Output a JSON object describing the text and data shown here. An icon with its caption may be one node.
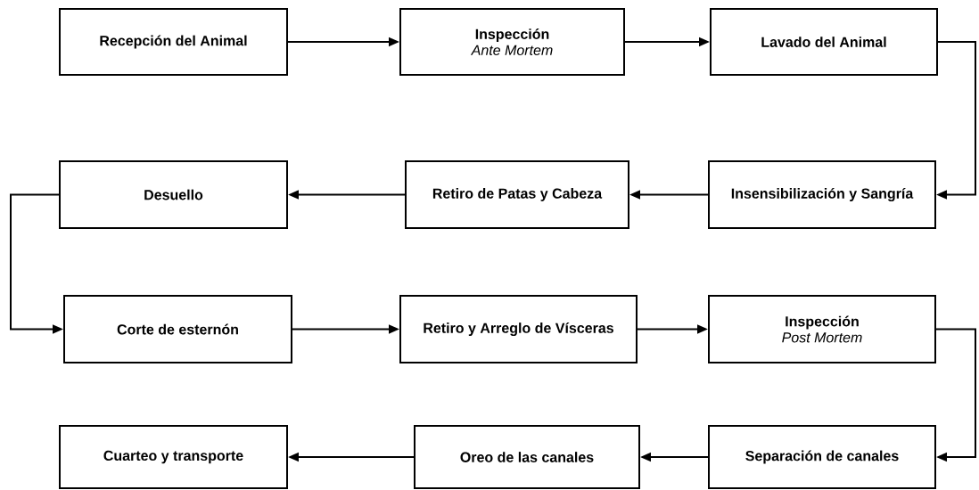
{
  "diagram": {
    "nodes": [
      {
        "text": [
          "Recepción del Animal"
        ]
      },
      {
        "text": [
          "Inspección",
          "Ante Mortem"
        ]
      },
      {
        "text": [
          "Lavado del Animal"
        ]
      },
      {
        "text": [
          "Insensibilización y Sangría"
        ]
      },
      {
        "text": [
          "Retiro de Patas y Cabeza"
        ]
      },
      {
        "text": [
          "Desuello"
        ]
      },
      {
        "text": [
          "Corte de esternón"
        ]
      },
      {
        "text": [
          "Retiro y Arreglo de Vísceras"
        ]
      },
      {
        "text": [
          "Inspección",
          "Post Mortem"
        ]
      },
      {
        "text": [
          "Separación de canales"
        ]
      },
      {
        "text": [
          "Oreo  de las canales"
        ]
      },
      {
        "text": [
          "Cuarteo y transporte"
        ]
      }
    ],
    "edges": [
      {
        "from": 0,
        "to": 1,
        "arrow": "to"
      },
      {
        "from": 1,
        "to": 2,
        "arrow": "to"
      },
      {
        "from": 2,
        "to": 3,
        "arrow": "to"
      },
      {
        "from": 3,
        "to": 4,
        "arrow": "to"
      },
      {
        "from": 4,
        "to": 5,
        "arrow": "to"
      },
      {
        "from": 5,
        "to": 6,
        "arrow": "to"
      },
      {
        "from": 6,
        "to": 7,
        "arrow": "to"
      },
      {
        "from": 7,
        "to": 8,
        "arrow": "to"
      },
      {
        "from": 8,
        "to": 9,
        "arrow": "to"
      },
      {
        "from": 9,
        "to": 10,
        "arrow": "to"
      },
      {
        "from": 10,
        "to": 11,
        "arrow": "to"
      }
    ]
  }
}
